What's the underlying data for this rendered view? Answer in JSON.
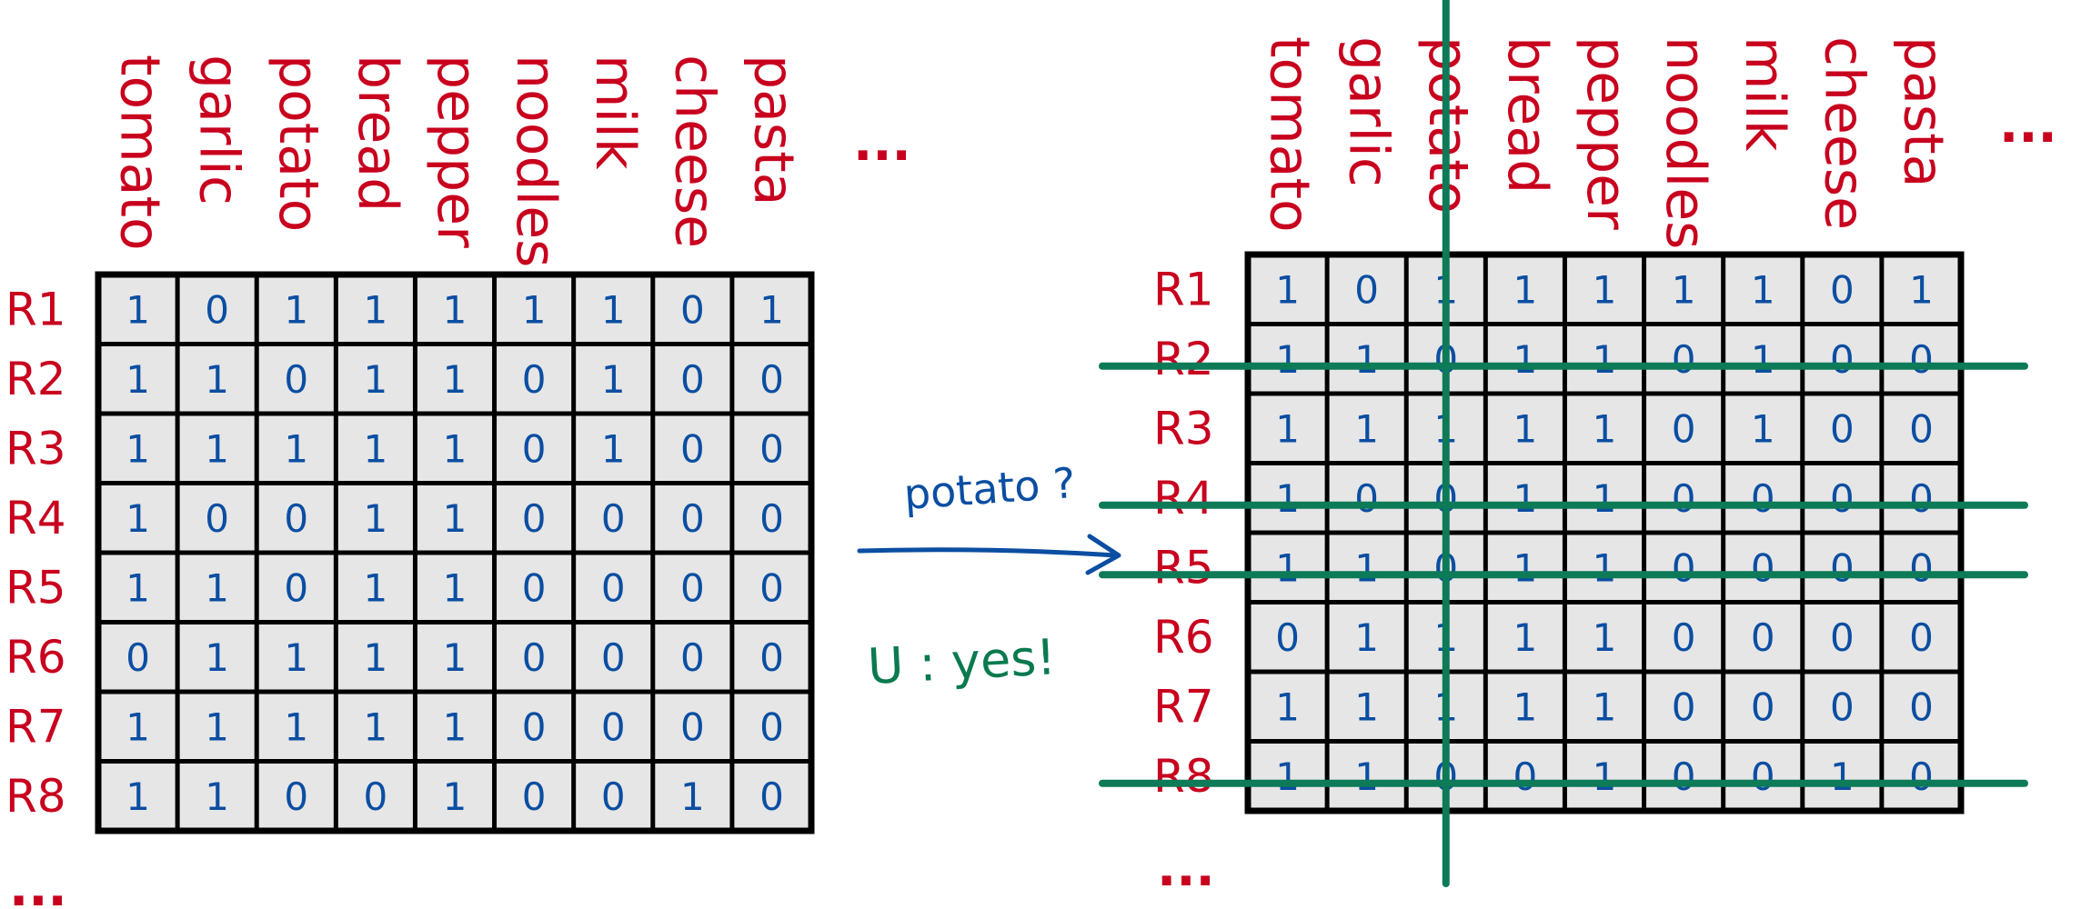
{
  "columns": [
    "tomato",
    "garlic",
    "potato",
    "bread",
    "pepper",
    "noodles",
    "milk",
    "cheese",
    "pasta"
  ],
  "column_ellipsis": "...",
  "rows": [
    "R1",
    "R2",
    "R3",
    "R4",
    "R5",
    "R6",
    "R7",
    "R8"
  ],
  "row_ellipsis": "...",
  "matrix": [
    [
      1,
      0,
      1,
      1,
      1,
      1,
      1,
      0,
      1
    ],
    [
      1,
      1,
      0,
      1,
      1,
      0,
      1,
      0,
      0
    ],
    [
      1,
      1,
      1,
      1,
      1,
      0,
      1,
      0,
      0
    ],
    [
      1,
      0,
      0,
      1,
      1,
      0,
      0,
      0,
      0
    ],
    [
      1,
      1,
      0,
      1,
      1,
      0,
      0,
      0,
      0
    ],
    [
      0,
      1,
      1,
      1,
      1,
      0,
      0,
      0,
      0
    ],
    [
      1,
      1,
      1,
      1,
      1,
      0,
      0,
      0,
      0
    ],
    [
      1,
      1,
      0,
      0,
      1,
      0,
      0,
      1,
      0
    ]
  ],
  "query": {
    "text": "potato ?",
    "answer": "U : yes!"
  },
  "highlight": {
    "column": "potato",
    "rows": [
      "R2",
      "R4",
      "R5",
      "R8"
    ]
  },
  "colors": {
    "labels": "#c8001e",
    "cells": "#0b4ea2",
    "cell_fill": "#e6e6e6",
    "highlight_lines": "#0d7a58",
    "answer": "#0a7a4e"
  }
}
